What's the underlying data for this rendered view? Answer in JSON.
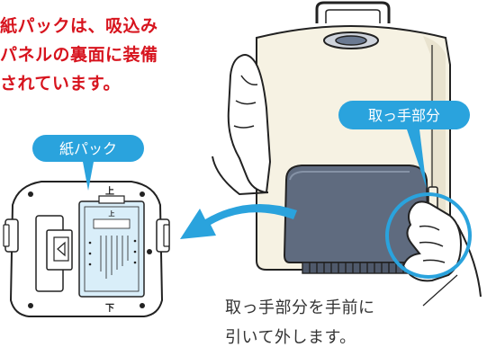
{
  "caption": {
    "line1": "紙パックは、吸込み",
    "line2": "パネルの裏面に装備",
    "line3": "されています。"
  },
  "labels": {
    "paper_pack": "紙パック",
    "handle_part": "取っ手部分"
  },
  "panel_marks": {
    "top": "上",
    "bottom": "下",
    "card_top": "上"
  },
  "instruction": {
    "line1": "取っ手部分を手前に",
    "line2": "引いて外します。"
  },
  "colors": {
    "caption_red": "#d7141e",
    "label_blue": "#2aa3dd",
    "arrow_blue": "#2aa3dd",
    "panel_gray": "#5f6b7f",
    "body_cream": "#f6f2e3",
    "card_blue": "#d9eef9"
  }
}
